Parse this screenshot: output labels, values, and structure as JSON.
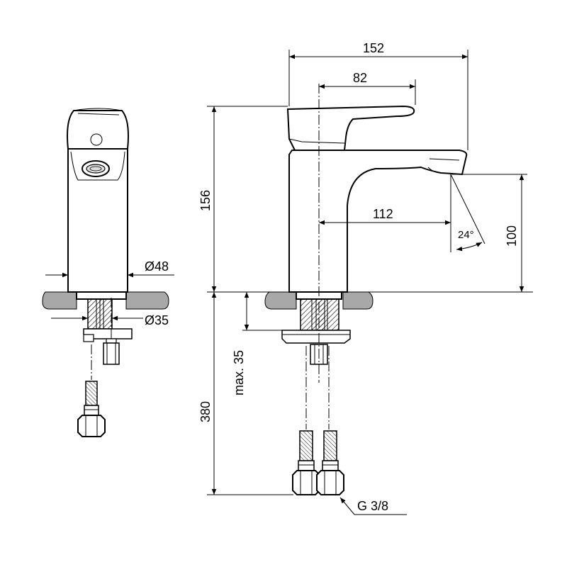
{
  "dimensions": {
    "overall_length": "152",
    "handle_length": "82",
    "height": "156",
    "spout_reach": "112",
    "spout_height": "100",
    "angle": "24°",
    "body_diameter": "Ø48",
    "thread_diameter": "Ø35",
    "max_thickness": "max. 35",
    "hose_length": "380",
    "connection_thread": "G 3/8"
  }
}
